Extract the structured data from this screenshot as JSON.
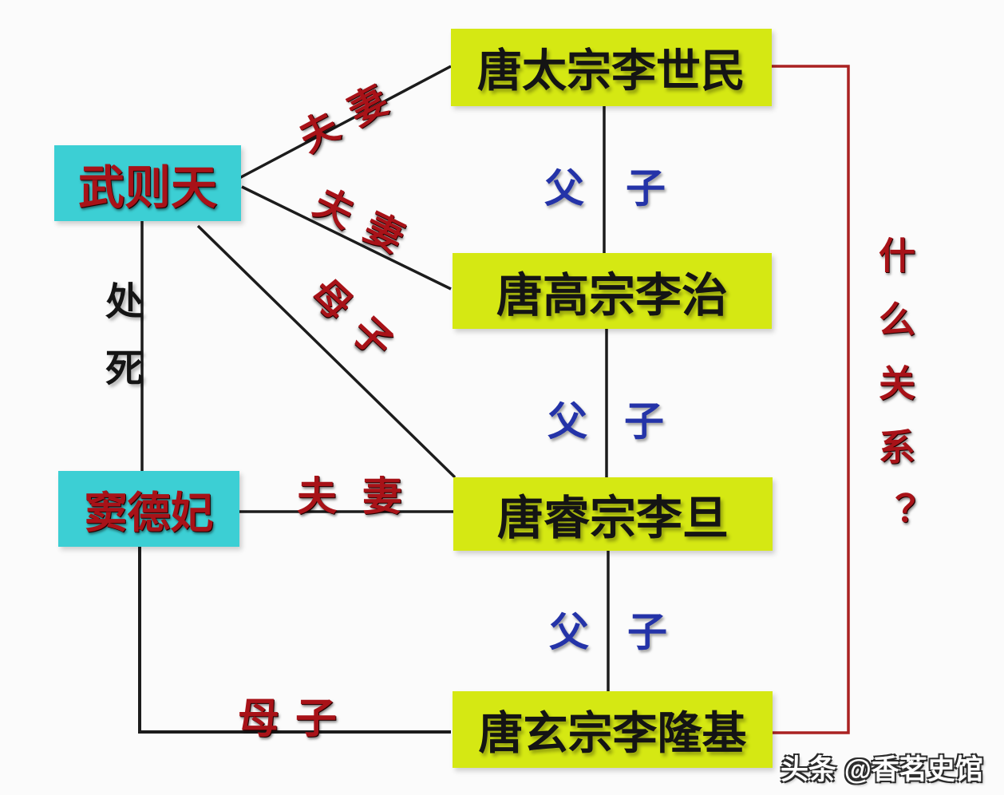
{
  "nodes": {
    "wu_zetian": {
      "label": "武则天"
    },
    "dou_defei": {
      "label": "窦德妃"
    },
    "taizong": {
      "label": "唐太宗李世民"
    },
    "gaozong": {
      "label": "唐高宗李治"
    },
    "ruizong": {
      "label": "唐睿宗李旦"
    },
    "xuanzong": {
      "label": "唐玄宗李隆基"
    }
  },
  "edges": {
    "wu_taizong": {
      "label": "夫妻",
      "type": "spouse"
    },
    "wu_gaozong": {
      "label": "夫妻",
      "type": "spouse"
    },
    "wu_ruizong": {
      "label": "母子",
      "type": "mother-son"
    },
    "wu_dou": {
      "label": "处死",
      "type": "executed"
    },
    "dou_ruizong": {
      "label": "夫妻",
      "type": "spouse"
    },
    "dou_xuanzong": {
      "label": "母子",
      "type": "mother-son"
    },
    "taizong_gaozong": {
      "label": "父子",
      "type": "father-son"
    },
    "gaozong_ruizong": {
      "label": "父子",
      "type": "father-son"
    },
    "ruizong_xuanzong": {
      "label": "父子",
      "type": "father-son"
    }
  },
  "annotations": {
    "question": "什么关系？",
    "watermark": "头条 @香茗史馆"
  },
  "colors": {
    "consort_node_bg": "#3ccfd4",
    "emperor_node_bg": "#d5e813",
    "relation_red": "#a81218",
    "relation_blue": "#2433a8",
    "line_black": "#1c1c1c",
    "bracket_red": "#aa2222",
    "background": "#fbfbfb"
  }
}
